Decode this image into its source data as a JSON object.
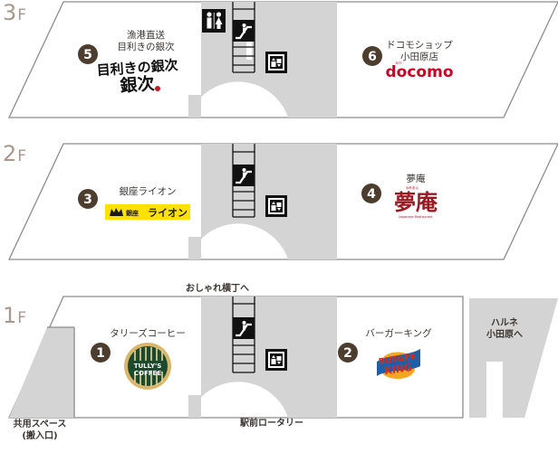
{
  "floors": [
    {
      "label": "3",
      "suffix": "F",
      "shops": [
        {
          "number": "5",
          "name_lines": [
            "漁港直送",
            "目利きの銀次"
          ],
          "logo_text": "目利きの銀次"
        },
        {
          "number": "6",
          "name_lines": [
            "ドコモショップ",
            "小田原店"
          ],
          "logo_text": "docomo",
          "logo_subtext": "NTT"
        }
      ]
    },
    {
      "label": "2",
      "suffix": "F",
      "shops": [
        {
          "number": "3",
          "name_lines": [
            "銀座ライオン"
          ],
          "logo_text": "ライオン",
          "logo_subtext": "銀座"
        },
        {
          "number": "4",
          "name_lines": [
            "夢庵"
          ],
          "logo_text": "夢庵",
          "logo_subtext": "Japanese Restaurant",
          "logo_ruby": "ゆめあん"
        }
      ]
    },
    {
      "label": "1",
      "suffix": "F",
      "shops": [
        {
          "number": "1",
          "name_lines": [
            "タリーズコーヒー"
          ],
          "logo_text": "TULLY'S",
          "logo_subtext": "COFFEE"
        },
        {
          "number": "2",
          "name_lines": [
            "バーガーキング"
          ],
          "logo_text": "BURGER",
          "logo_text2": "KING"
        }
      ]
    }
  ],
  "labels": {
    "top_exit": "おしゃれ横丁へ",
    "bottom_exit": "駅前ロータリー",
    "shared_space_line1": "共用スペース",
    "shared_space_line2": "(搬入口)",
    "harune_line1": "ハルネ",
    "harune_line2": "小田原へ"
  },
  "icons": [
    "restroom-icon",
    "escalator-icon",
    "elevator-icon"
  ],
  "colors": {
    "floor_outline": "#8c8c8c",
    "core_gray": "#d4d4d4",
    "number_badge": "#4d3d2f",
    "floor_label": "#a8998c",
    "docomo_red": "#cc0022",
    "yumean_red": "#9a1a22",
    "lion_yellow": "#fde100",
    "tullys_green": "#1d4a2c",
    "bk_red": "#d52b1e",
    "bk_orange": "#f5a623",
    "bk_blue": "#1d5fad"
  }
}
